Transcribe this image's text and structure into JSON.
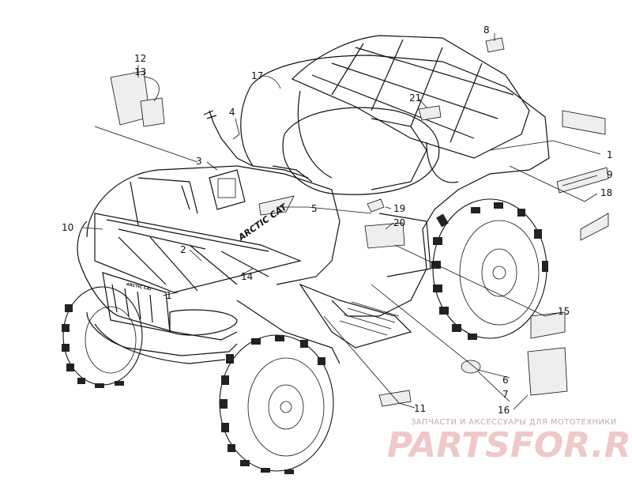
{
  "callouts": {
    "c1a": "1",
    "c1b": "1",
    "c2": "2",
    "c3": "3",
    "c4": "4",
    "c5": "5",
    "c6": "6",
    "c7": "7",
    "c8": "8",
    "c9": "9",
    "c10": "10",
    "c11": "11",
    "c12": "12",
    "c13": "13",
    "c14": "14",
    "c15": "15",
    "c16": "16",
    "c17": "17",
    "c18": "18",
    "c19": "19",
    "c20": "20",
    "c21": "21"
  },
  "decals": {
    "hood": "ARCTIC CAT",
    "front_grille": "ARCTIC CAT"
  },
  "watermark": {
    "subtitle": "ЗАПЧАСТИ И АКСЕССУАРЫ ДЛЯ МОТОТЕХНИКИ",
    "logo": "PARTSFOR.RU"
  },
  "colors": {
    "line": "#111111",
    "watermark_logo": "#efc8c8",
    "watermark_text": "#c9a6a6"
  }
}
